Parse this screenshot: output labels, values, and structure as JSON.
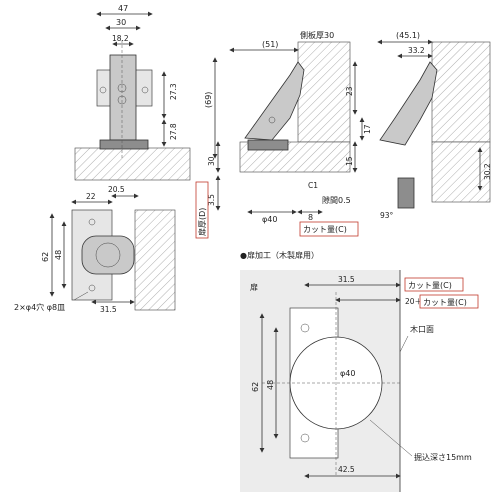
{
  "top_view": {
    "w47": "47",
    "w30": "30",
    "w18": "18.2",
    "h27_3": "27.3",
    "h27_8": "27.8"
  },
  "front_view": {
    "w51": "(51)",
    "wall_thickness": "側板厚30",
    "h69": "(69)",
    "h23": "23",
    "h17": "17",
    "h15": "15",
    "h30": "30",
    "h3_5": "3.5",
    "c1": "C1",
    "gap_label": "隙間0.5",
    "dia40": "φ40",
    "dim8": "8",
    "door_thickness_label": "扉厚(D)",
    "cut_amount_label": "カット量(C)"
  },
  "open_view": {
    "w45": "(45.1)",
    "w33": "33.2",
    "h30_2": "30.2",
    "angle": "93°"
  },
  "plan_view": {
    "w22": "22",
    "w20_5": "20.5",
    "h62": "62",
    "h48": "48",
    "w31_5": "31.5",
    "hole_label": "2×φ4穴 φ8皿"
  },
  "door_machining": {
    "title": "●扉加工（木製扉用）",
    "door_label": "扉",
    "d31_5": "31.5",
    "cut_label": "カット量(C)",
    "d20_prefix": "20＋",
    "edge_label": "木口面",
    "dia40": "φ40",
    "h62": "62",
    "h48": "48",
    "w42_5": "42.5",
    "depth_label": "掘込深さ15mm"
  }
}
